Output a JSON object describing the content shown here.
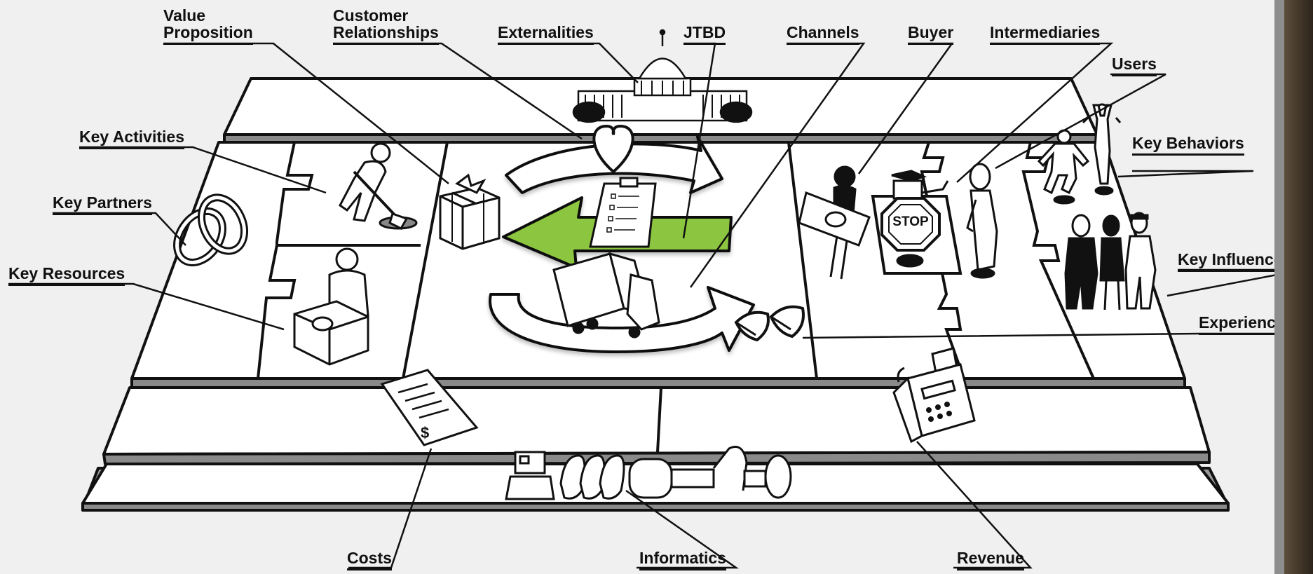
{
  "labels": {
    "value_proposition": [
      "Value",
      "Proposition"
    ],
    "customer_relationships": [
      "Customer",
      "Relationships"
    ],
    "externalities": "Externalities",
    "jtbd": "JTBD",
    "channels": "Channels",
    "buyer": "Buyer",
    "intermediaries": "Intermediaries",
    "users": "Users",
    "key_behaviors": "Key Behaviors",
    "key_activities": "Key Activities",
    "key_partners": "Key Partners",
    "key_resources": "Key Resources",
    "key_influencers": "Key Influencers",
    "experience": "Experience",
    "costs": "Costs",
    "informatics": "Informatics",
    "revenue": "Revenue",
    "stop_sign": "STOP",
    "cost_symbol": "$"
  },
  "icons": [
    "capitol-building-icon",
    "heart-icon",
    "gift-box-icon",
    "clipboard-checklist-icon",
    "truck-icon",
    "chain-links-icon",
    "digging-worker-icon",
    "worker-with-box-icon",
    "woman-holding-money-icon",
    "stop-sign-guard-icon",
    "standing-person-icon",
    "walking-figures-icon",
    "group-of-people-icon",
    "glasses-icon",
    "receipt-icon",
    "cash-register-icon",
    "computer-and-pipes-icon"
  ],
  "colors": {
    "accent_green": "#8cc63f",
    "ink": "#111111",
    "board_white": "#ffffff",
    "board_side": "#8a8a8a",
    "background": "#f0f0f0"
  }
}
